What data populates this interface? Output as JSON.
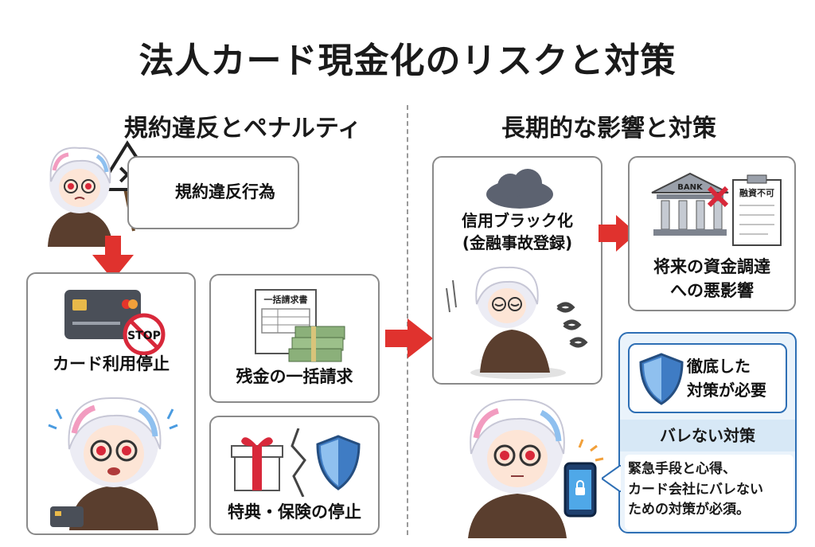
{
  "title": "法人カード現金化のリスクと対策",
  "sections": {
    "left": "規約違反とペナルティ",
    "right": "長期的な影響と対策"
  },
  "boxes": {
    "violation": "規約違反行為",
    "card_stop": "カード利用停止",
    "lump_sum": "残金の一括請求",
    "perk_stop": "特典・保険の停止",
    "blacklist_line1": "信用ブラック化",
    "blacklist_line2": "(金融事故登録)",
    "future_line1": "将来の資金調達",
    "future_line2": "への悪影響"
  },
  "measures": {
    "need_line1": "徹底した",
    "need_line2": "対策が必要",
    "subtitle": "バレない対策",
    "body_line1": "緊急手段と心得、",
    "body_line2": "カード会社にバレない",
    "body_line3": "ための対策が必須。"
  },
  "illustration_text": {
    "stop_sign": "STOP",
    "bill_doc": "一括請求書",
    "bank_sign": "BANK",
    "loan_doc": "融資不可"
  },
  "colors": {
    "arrow_red": "#e0322e",
    "measure_blue": "#2e6fb5",
    "border_gray": "#8a8a8a"
  }
}
